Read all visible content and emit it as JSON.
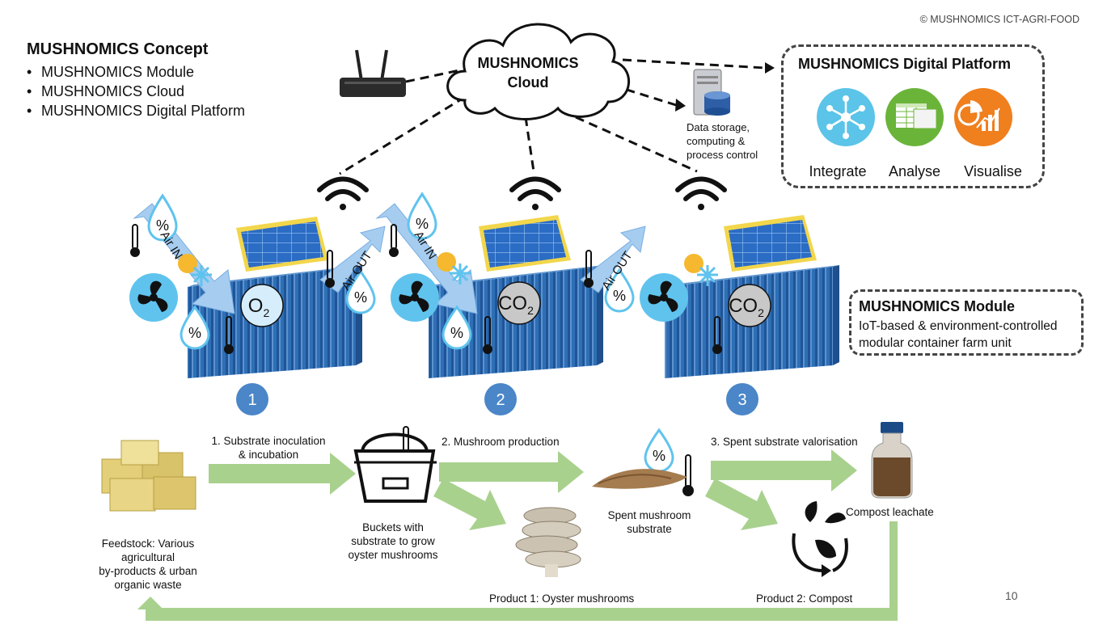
{
  "copyright": "© MUSHNOMICS ICT-AGRI-FOOD",
  "concept": {
    "title": "MUSHNOMICS Concept",
    "items": [
      "MUSHNOMICS Module",
      "MUSHNOMICS Cloud",
      "MUSHNOMICS Digital Platform"
    ]
  },
  "cloud": {
    "line1": "MUSHNOMICS",
    "line2": "Cloud"
  },
  "storage": {
    "line1": "Data storage,",
    "line2": "computing &",
    "line3": "process control"
  },
  "digital_platform": {
    "title": "MUSHNOMICS Digital Platform",
    "items": [
      {
        "label": "Integrate",
        "icon": "network-icon",
        "color": "#5bc4e8"
      },
      {
        "label": "Analyse",
        "icon": "spreadsheet-icon",
        "color": "#6bb43a"
      },
      {
        "label": "Visualise",
        "icon": "chart-icon",
        "color": "#f07f1e"
      }
    ]
  },
  "module": {
    "title": "MUSHNOMICS Module",
    "desc1": "IoT-based & environment-controlled",
    "desc2": "modular container farm unit"
  },
  "containers": [
    {
      "gas": "O",
      "sub": "2",
      "number": "1"
    },
    {
      "gas": "CO",
      "sub": "2",
      "number": "2"
    },
    {
      "gas": "CO",
      "sub": "2",
      "number": "3"
    }
  ],
  "airflow": {
    "in": "Air IN",
    "out": "Air OUT"
  },
  "humidity_symbol": "%",
  "flow": {
    "step1a": "1. Substrate inoculation",
    "step1b": "& incubation",
    "step2": "2. Mushroom production",
    "step3": "3. Spent substrate valorisation",
    "feedstock1": "Feedstock: Various",
    "feedstock2": "agricultural",
    "feedstock3": "by-products & urban",
    "feedstock4": "organic waste",
    "buckets1": "Buckets with",
    "buckets2": "substrate to grow",
    "buckets3": "oyster mushrooms",
    "spent1": "Spent mushroom",
    "spent2": "substrate",
    "leachate": "Compost leachate",
    "product1": "Product 1: Oyster mushrooms",
    "product2": "Product 2: Compost"
  },
  "colors": {
    "container": "#2e6fb5",
    "panel": "#1f6fbf",
    "solar_frame": "#f2d64b",
    "arrow_fill": "#a6cdf0",
    "green_arrow": "#a9d18e",
    "step_circle": "#4a86c8",
    "drop": "#5fc3ee"
  },
  "page_number": "10"
}
